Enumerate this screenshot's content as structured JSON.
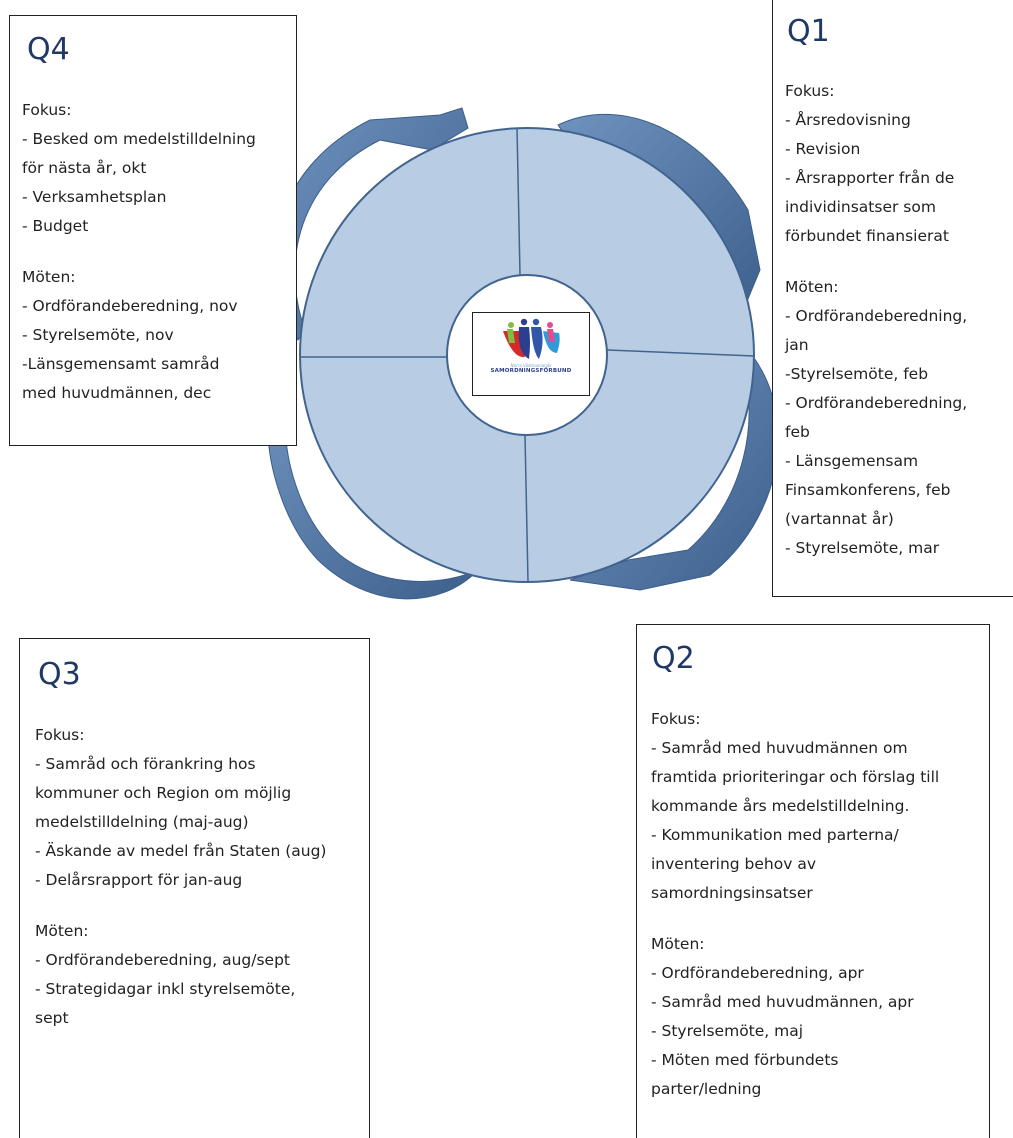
{
  "q4": {
    "title": "Q4",
    "lines": [
      "Fokus:",
      "- Besked om medelstilldelning",
      "för nästa år, okt",
      "- Verksamhetsplan",
      "- Budget",
      "",
      "Möten:",
      "- Ordförandeberedning, nov",
      "- Styrelsemöte, nov",
      "-Länsgemensamt samråd",
      "med huvudmännen, dec"
    ]
  },
  "q1": {
    "title": "Q1",
    "lines": [
      "Fokus:",
      "- Årsredovisning",
      "- Revision",
      "- Årsrapporter från de",
      "individinsatser som",
      "förbundet finansierat",
      "",
      "Möten:",
      "- Ordförandeberedning,",
      "jan",
      "-Styrelsemöte, feb",
      "- Ordförandeberedning,",
      "feb",
      "- Länsgemensam",
      "Finsamkonferens, feb",
      "(vartannat år)",
      "- Styrelsemöte, mar"
    ]
  },
  "q3": {
    "title": "Q3",
    "lines": [
      "Fokus:",
      "- Samråd och förankring hos",
      "kommuner och Region om möjlig",
      "medelstilldelning (maj-aug)",
      "- Äskande av medel från Staten (aug)",
      "- Delårsrapport för jan-aug",
      "",
      "Möten:",
      "- Ordförandeberedning, aug/sept",
      "- Strategidagar inkl styrelsemöte,",
      "sept"
    ]
  },
  "q2": {
    "title": "Q2",
    "lines": [
      "Fokus:",
      "- Samråd med huvudmännen om",
      "framtida prioriteringar och förslag till",
      "kommande års medelstilldelning.",
      "- Kommunikation med parterna/",
      "inventering behov av",
      "samordningsinsatser",
      "",
      "Möten:",
      "- Ordförandeberedning, apr",
      "- Samråd med huvudmännen, apr",
      "- Styrelsemöte, maj",
      "- Möten med förbundets",
      "parter/ledning"
    ]
  },
  "logo": {
    "line1": "Norra Västmanlands",
    "line2": "SAMORDNINGSFÖRBUND"
  },
  "colors": {
    "heading": "#1f3864",
    "ring_fill": "#b8cce4",
    "ring_stroke": "#41648f",
    "arrow_fill": "#5a7fab",
    "arrow_dark": "#3b5d89"
  }
}
